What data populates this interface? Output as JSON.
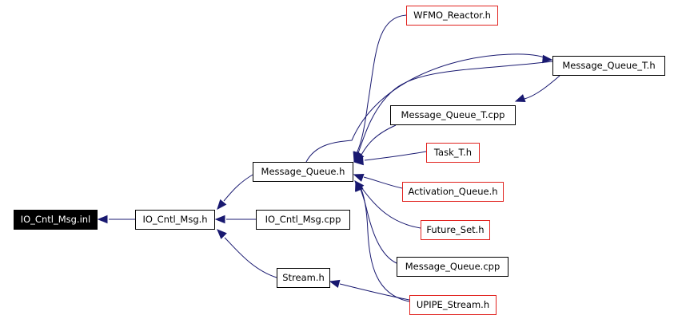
{
  "colors": {
    "edge": "#191970",
    "normal_border": "#000000",
    "external_border": "#e1231f",
    "root_fill": "#000000",
    "root_text": "#ffffff"
  },
  "nodes": {
    "io_cntl_msg_inl": "IO_Cntl_Msg.inl",
    "io_cntl_msg_h": "IO_Cntl_Msg.h",
    "message_queue_h": "Message_Queue.h",
    "io_cntl_msg_cpp": "IO_Cntl_Msg.cpp",
    "stream_h": "Stream.h",
    "wfmo_reactor_h": "WFMO_Reactor.h",
    "message_queue_t_h": "Message_Queue_T.h",
    "message_queue_t_cpp": "Message_Queue_T.cpp",
    "task_t_h": "Task_T.h",
    "activation_queue_h": "Activation_Queue.h",
    "future_set_h": "Future_Set.h",
    "message_queue_cpp": "Message_Queue.cpp",
    "upipe_stream_h": "UPIPE_Stream.h"
  },
  "edges": [
    {
      "from": "io_cntl_msg_h",
      "to": "io_cntl_msg_inl"
    },
    {
      "from": "message_queue_h",
      "to": "io_cntl_msg_h"
    },
    {
      "from": "io_cntl_msg_cpp",
      "to": "io_cntl_msg_h"
    },
    {
      "from": "stream_h",
      "to": "io_cntl_msg_h"
    },
    {
      "from": "wfmo_reactor_h",
      "to": "message_queue_h"
    },
    {
      "from": "message_queue_t_h",
      "to": "message_queue_h"
    },
    {
      "from": "message_queue_t_cpp",
      "to": "message_queue_h"
    },
    {
      "from": "task_t_h",
      "to": "message_queue_h"
    },
    {
      "from": "activation_queue_h",
      "to": "message_queue_h"
    },
    {
      "from": "future_set_h",
      "to": "message_queue_h"
    },
    {
      "from": "message_queue_cpp",
      "to": "message_queue_h"
    },
    {
      "from": "upipe_stream_h",
      "to": "message_queue_h"
    },
    {
      "from": "message_queue_h",
      "to": "message_queue_t_h"
    },
    {
      "from": "message_queue_t_h",
      "to": "message_queue_t_cpp"
    },
    {
      "from": "upipe_stream_h",
      "to": "stream_h"
    }
  ]
}
